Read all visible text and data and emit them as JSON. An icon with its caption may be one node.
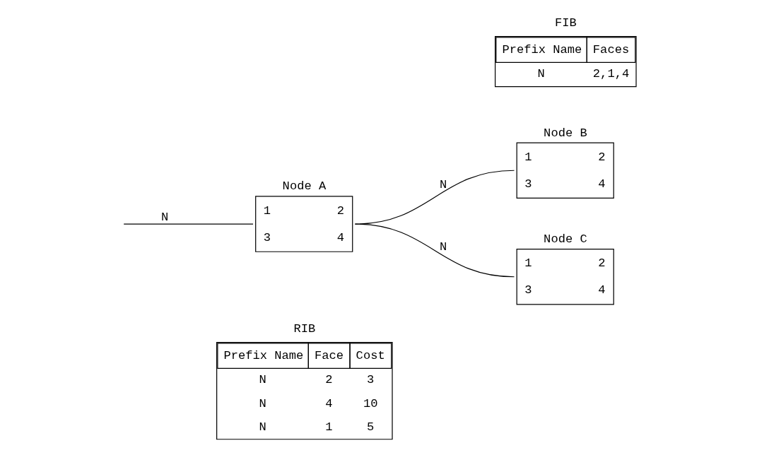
{
  "diagram": {
    "nodes": [
      {
        "text": [
          "Node A",
          "1",
          "2",
          "3",
          "4"
        ]
      },
      {
        "text": [
          "Node B",
          "1",
          "2",
          "3",
          "4"
        ]
      },
      {
        "text": [
          "Node C",
          "1",
          "2",
          "3",
          "4"
        ]
      }
    ],
    "edges": [
      {
        "from": null,
        "to": 0,
        "arrow": "none",
        "label": "N"
      },
      {
        "from": 0,
        "to": 1,
        "arrow": "none",
        "label": "N"
      },
      {
        "from": 0,
        "to": 2,
        "arrow": "none",
        "label": "N"
      }
    ],
    "labels": [
      "RIB",
      "Prefix Name",
      "Face",
      "Cost",
      "N",
      "2",
      "3",
      "N",
      "4",
      "10",
      "N",
      "1",
      "5",
      "FIB",
      "Prefix Name",
      "Faces",
      "N",
      "2,1,4"
    ]
  }
}
